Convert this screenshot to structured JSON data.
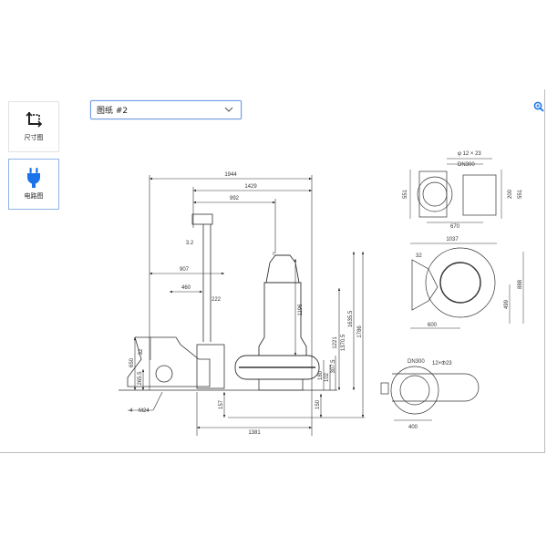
{
  "sidebar": {
    "tabs": [
      {
        "label": "尺寸图",
        "icon": "dimension-crop-icon",
        "active": false
      },
      {
        "label": "电路图",
        "icon": "plug-icon",
        "active": true
      }
    ]
  },
  "toolbar": {
    "drawing_select_value": "图纸 #2",
    "zoom_icon": "zoom-in-icon"
  },
  "colors": {
    "accent": "#1a73e8",
    "select_border": "#6f9de0",
    "active_tab_border": "#8fb3e6",
    "drawing_line": "#333333"
  },
  "drawing": {
    "side_view": {
      "dims_horizontal": [
        "1944",
        "1429",
        "992",
        "3.2",
        "907",
        "460",
        "222",
        "1381"
      ],
      "dims_vertical": [
        "1196",
        "1635.5",
        "1786",
        "1221",
        "1370.5",
        "650",
        "32",
        "265.5",
        "180",
        "102",
        "307.5",
        "157",
        "150"
      ],
      "anchor_label_qty": "4",
      "anchor_label": "M24"
    },
    "top_view_base": {
      "hole_label": "φ 12 × 23",
      "flange_label": "DN300",
      "dims": [
        "551",
        "670",
        "200",
        "551"
      ]
    },
    "top_view_pump": {
      "dims": [
        "1037",
        "32",
        "600",
        "499",
        "888"
      ]
    },
    "bottom_view": {
      "flange_label": "DN300",
      "hole_label": "12×Φ23",
      "dims": [
        "400"
      ]
    }
  }
}
